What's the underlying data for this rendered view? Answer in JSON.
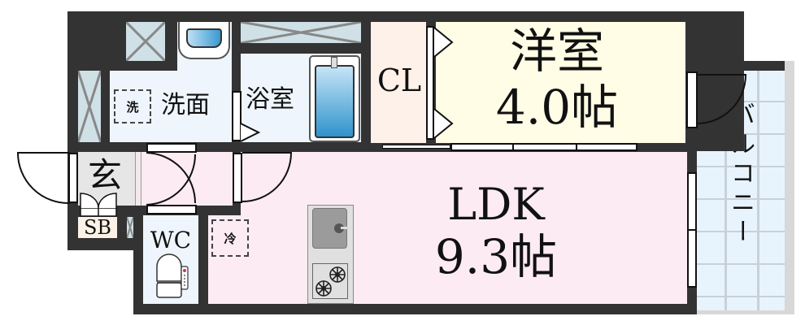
{
  "floor_plan": {
    "type": "1LDK apartment floor plan",
    "colors": {
      "wall": "#333333",
      "wet_area": "#eef5fc",
      "ldk": "#fdebf3",
      "western_room": "#fffde6",
      "closet": "#fdf1ea",
      "entrance": "#e6e6e6",
      "balcony": "#e8f4fd",
      "balcony_grid": "#c8d0d8",
      "shoebox": "#fdf1e6",
      "pipe_space": "#cfe0e6",
      "bathtub_water": "#5aa9da",
      "kitchen_counter": "#e0e0e0"
    },
    "rooms": {
      "western_room": {
        "name": "洋室",
        "size": "4.0帖"
      },
      "ldk": {
        "name": "LDK",
        "size": "9.3帖"
      },
      "closet": {
        "name": "CL"
      },
      "washroom": {
        "name": "洗面",
        "appliance_label": "洗"
      },
      "bathroom": {
        "name": "浴室"
      },
      "entrance": {
        "name": "玄"
      },
      "shoebox": {
        "name": "SB"
      },
      "toilet": {
        "name": "WC"
      },
      "fridge_space": {
        "label": "冷"
      },
      "balcony": {
        "name": "バルコニー"
      }
    },
    "fixtures": [
      "washbasin",
      "bathtub",
      "toilet",
      "kitchen-sink",
      "two-burner-stove"
    ]
  }
}
